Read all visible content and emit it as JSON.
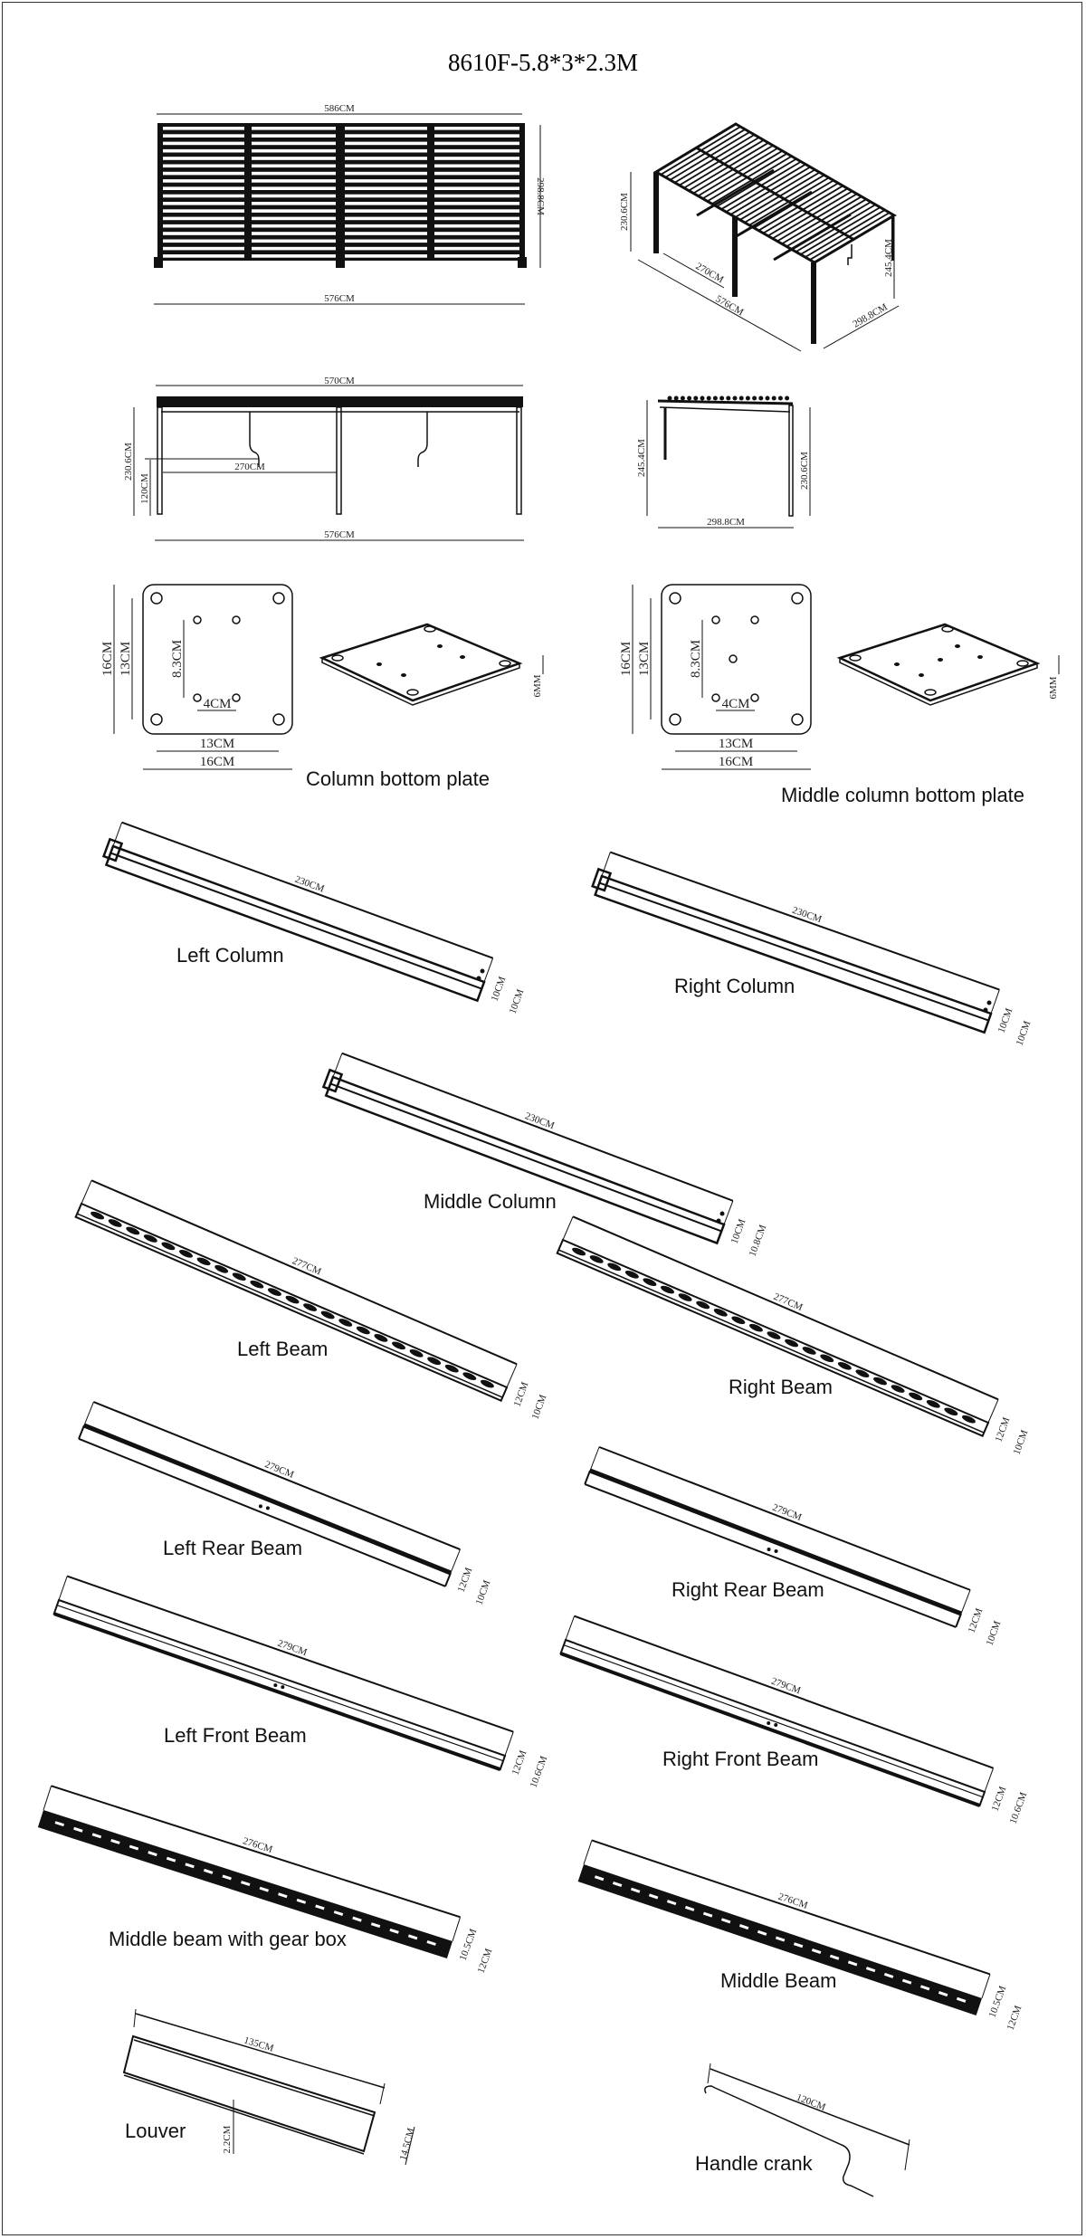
{
  "title": "8610F-5.8*3*2.3M",
  "views": {
    "top_view": {
      "width_top": "586CM",
      "width_bottom": "576CM",
      "depth": "298.8CM"
    },
    "iso_view": {
      "height_left": "230.6CM",
      "height_right": "245.4CM",
      "dim_a": "270CM",
      "dim_b": "576CM",
      "dim_c": "298.8CM"
    },
    "front_view": {
      "width_top": "570CM",
      "span": "270CM",
      "width_bottom": "576CM",
      "height_left": "230.6CM",
      "crank_height": "120CM"
    },
    "side_view": {
      "height_left": "245.4CM",
      "height_right": "230.6CM",
      "depth": "298.8CM"
    }
  },
  "plates": [
    {
      "label": "Column bottom plate",
      "outer_h": "16CM",
      "inner_h": "13CM",
      "hole_v": "8.3CM",
      "hole_h": "4CM",
      "inner_w": "13CM",
      "outer_w": "16CM",
      "thickness": "6MM"
    },
    {
      "label": "Middle column bottom plate",
      "outer_h": "16CM",
      "inner_h": "13CM",
      "hole_v": "8.3CM",
      "hole_h": "4CM",
      "inner_w": "13CM",
      "outer_w": "16CM",
      "thickness": "6MM"
    }
  ],
  "parts": {
    "left_column": {
      "label": "Left Column",
      "length": "230CM",
      "w1": "10CM",
      "w2": "10CM"
    },
    "right_column": {
      "label": "Right Column",
      "length": "230CM",
      "w1": "10CM",
      "w2": "10CM"
    },
    "middle_column": {
      "label": "Middle Column",
      "length": "230CM",
      "w1": "10CM",
      "w2": "10.8CM"
    },
    "left_beam": {
      "label": "Left Beam",
      "length": "277CM",
      "h": "12CM",
      "w": "10CM"
    },
    "right_beam": {
      "label": "Right Beam",
      "length": "277CM",
      "h": "12CM",
      "w": "10CM"
    },
    "left_rear_beam": {
      "label": "Left Rear Beam",
      "length": "279CM",
      "h": "12CM",
      "w": "10CM"
    },
    "right_rear_beam": {
      "label": "Right Rear Beam",
      "length": "279CM",
      "h": "12CM",
      "w": "10CM"
    },
    "left_front_beam": {
      "label": "Left Front Beam",
      "length": "279CM",
      "h": "12CM",
      "w": "10.6CM"
    },
    "right_front_beam": {
      "label": "Right Front Beam",
      "length": "279CM",
      "h": "12CM",
      "w": "10.6CM"
    },
    "middle_beam_gear": {
      "label": "Middle beam with gear box",
      "length": "276CM",
      "h1": "10.5CM",
      "h2": "12CM"
    },
    "middle_beam": {
      "label": "Middle Beam",
      "length": "276CM",
      "h1": "10.5CM",
      "h2": "12CM"
    },
    "louver": {
      "label": "Louver",
      "length": "135CM",
      "thick": "2.2CM",
      "width": "14.5CM"
    },
    "handle_crank": {
      "label": "Handle crank",
      "length": "120CM"
    }
  }
}
